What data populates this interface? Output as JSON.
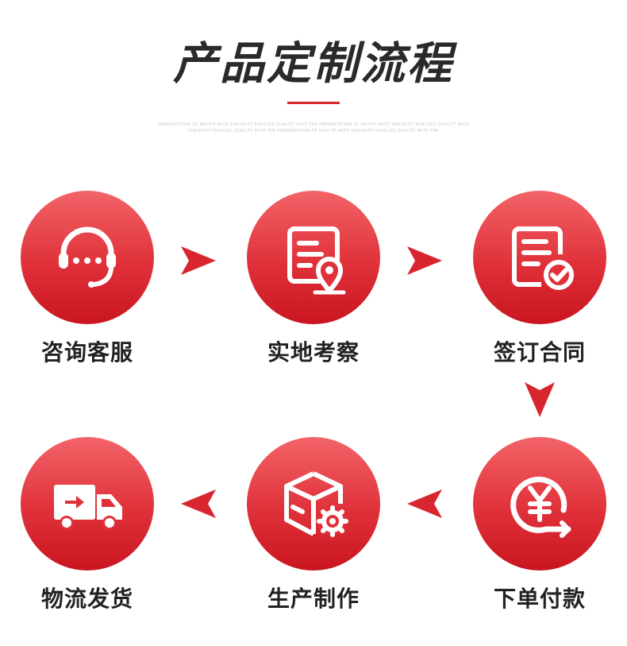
{
  "header": {
    "title": "产品定制流程",
    "subtitle": "PRESENTATION OF MOUTH WITH SINCERITY PURSUES QUALITY WITH THE PRESENTATION OF MOUTH WITH SINCERITY PURSUES QUALITY WITH SINCERITY PURSUES QUALITY WITH THE PRESENTATION OF MOU TH WITH SINCERITY PURSUES QUALITY WITH THE"
  },
  "steps": [
    {
      "label": "咨询客服",
      "icon": "headset-icon"
    },
    {
      "label": "实地考察",
      "icon": "location-document-icon"
    },
    {
      "label": "签订合同",
      "icon": "contract-check-icon"
    },
    {
      "label": "下单付款",
      "icon": "yuan-payment-icon"
    },
    {
      "label": "生产制作",
      "icon": "box-gear-icon"
    },
    {
      "label": "物流发货",
      "icon": "delivery-truck-icon"
    }
  ],
  "colors": {
    "accent": "#d8262f",
    "circle_top": "#f26468",
    "circle_bottom": "#c9151f",
    "text": "#222222"
  }
}
